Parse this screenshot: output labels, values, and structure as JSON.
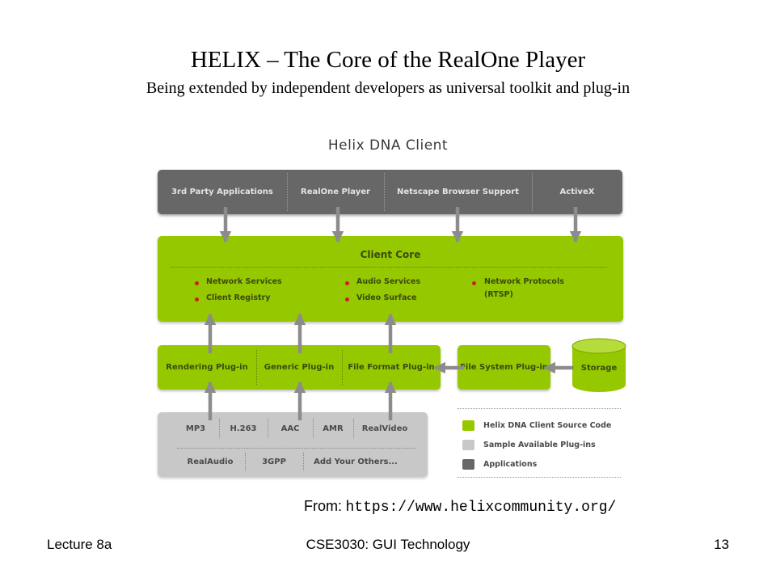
{
  "slide": {
    "title": "HELIX – The Core of the RealOne Player",
    "subtitle": "Being extended by independent developers as universal toolkit and plug-in"
  },
  "diagram": {
    "title": "Helix DNA Client",
    "applications": [
      "3rd Party Applications",
      "RealOne Player",
      "Netscape Browser Support",
      "ActiveX"
    ],
    "core": {
      "title": "Client Core",
      "bullets": [
        "Network Services",
        "Client Registry",
        "Audio Services",
        "Video Surface",
        "Network Protocols",
        "(RTSP)"
      ]
    },
    "plugins": [
      "Rendering Plug-in",
      "Generic Plug-in",
      "File Format Plug-in"
    ],
    "filesystem": "File System Plug-in",
    "storage": "Storage",
    "formats_row1": [
      "MP3",
      "H.263",
      "AAC",
      "AMR",
      "RealVideo"
    ],
    "formats_row2": [
      "RealAudio",
      "3GPP",
      "Add Your Others..."
    ],
    "legend": [
      {
        "label": "Helix DNA Client Source Code",
        "color": "#96c800"
      },
      {
        "label": "Sample Available Plug-ins",
        "color": "#c8c8c8"
      },
      {
        "label": "Applications",
        "color": "#676767"
      }
    ]
  },
  "source": {
    "label": "From:",
    "url": "https://www.helixcommunity.org/"
  },
  "footer": {
    "left": "Lecture 8a",
    "center": "CSE3030: GUI Technology",
    "page": "13"
  }
}
